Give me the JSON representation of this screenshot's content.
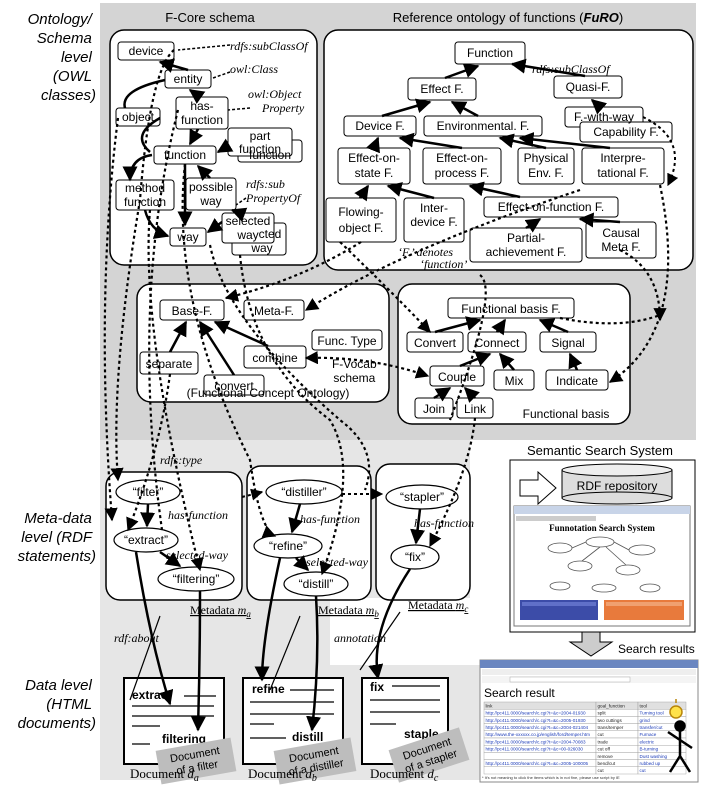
{
  "levels": {
    "ontology": [
      "Ontology/",
      "Schema",
      "level",
      "(OWL",
      "classes)"
    ],
    "metadata": [
      "Meta-data",
      "level (RDF",
      "statements)"
    ],
    "data": [
      "Data level",
      "(HTML",
      "documents)"
    ]
  },
  "fcore": {
    "title": "F-Core schema",
    "device": "device",
    "entity": "entity",
    "object": "object",
    "has_function": [
      "has-",
      "function"
    ],
    "part_function": [
      "part",
      "function"
    ],
    "part_function_back": "function",
    "function": "function",
    "method_function": [
      "method",
      "function"
    ],
    "possible_way": [
      "possible",
      "way"
    ],
    "selected_way": [
      "selected",
      "way"
    ],
    "selected_way_back": [
      "cted",
      "way"
    ],
    "way": "way",
    "rdfs_subclassof": "rdfs:subClassOf",
    "owl_class": "owl:Class",
    "owl_object_property": [
      "owl:Object",
      "Property"
    ],
    "rdfs_subpropertyof": [
      "rdfs:sub",
      "PropertyOf"
    ]
  },
  "furo": {
    "title_prefix": "Reference ontology of functions (",
    "title_abbr": "FuRO",
    "title_suffix": ")",
    "function": "Function",
    "rdfs_subclassof": "rdfs:subClassOf",
    "effect": "Effect F.",
    "quasi": "Quasi-F.",
    "fwithway": "F.-with-way",
    "capability": "Capability F.",
    "device": "Device F.",
    "environmental": "Environmental. F.",
    "effect_state": [
      "Effect-on-",
      "state F."
    ],
    "effect_process": [
      "Effect-on-",
      "process F."
    ],
    "physical_env": [
      "Physical",
      "Env. F."
    ],
    "interpretational": [
      "Interpre-",
      "tational F."
    ],
    "flowing_object": [
      "Flowing-",
      "object  F."
    ],
    "inter_device": [
      "Inter-",
      "device F."
    ],
    "effect_on_function": "Effect-on-function F.",
    "partial_achievement": [
      "Partial-",
      "achievement F."
    ],
    "causal_meta": [
      "Causal",
      "Meta F."
    ],
    "note": [
      "‘F.’ denotes",
      "‘function’"
    ]
  },
  "fvocab": {
    "basef": "Base-F.",
    "metaf": "Meta-F.",
    "func_type": "Func. Type",
    "separate": "separate",
    "combine": "combine",
    "convert": "convert",
    "label": [
      "F-Vocab",
      "schema",
      "(Functional Concept Ontology)"
    ]
  },
  "fbasis": {
    "title_node": "Functional basis F.",
    "convert": "Convert",
    "connect": "Connect",
    "signal": "Signal",
    "couple": "Couple",
    "mix": "Mix",
    "indicate": "Indicate",
    "join": "Join",
    "link": "Link",
    "label": "Functional basis"
  },
  "metadata": {
    "rdfs_type": "rdfs:type",
    "has_function": "has-function",
    "selected_way": "selected-way",
    "a": {
      "filter": "“filter”",
      "extract": "“extract”",
      "filtering": "“filtering”",
      "label": "Metadata ",
      "sub": "a"
    },
    "b": {
      "distiller": "“distiller”",
      "refine": "“refine”",
      "distill": "“distill”",
      "label": "Metadata ",
      "sub": "b"
    },
    "c": {
      "stapler": "“stapler”",
      "fix": "“fix”",
      "label": "Metadata ",
      "sub": "c"
    },
    "m": "m"
  },
  "annotations": {
    "rdf_about": "rdf:about",
    "annotation": "annotation"
  },
  "docs": {
    "a": {
      "w1": "extract",
      "w2": "filtering",
      "card": [
        "Document",
        "of a filter"
      ],
      "label": "Document ",
      "sub": "a"
    },
    "b": {
      "w1": "refine",
      "w2": "distill",
      "card": [
        "Document",
        "of a distiller"
      ],
      "label": "Document ",
      "sub": "b"
    },
    "c": {
      "w1": "fix",
      "w2": "staple",
      "card": [
        "Document",
        "of a stapler"
      ],
      "label": "Document ",
      "sub": "c"
    },
    "d": "d"
  },
  "search": {
    "title": "Semantic Search System",
    "rdf_repo": "RDF repository",
    "screen_title": "Funnotation Search System",
    "results": "Search results",
    "result_heading": "Search result",
    "table_headers": [
      "link",
      "goal_function",
      "tool"
    ],
    "rows": [
      [
        "http://pc411.0000/search/c.cgi?t=&c=2004-01930",
        "split",
        "Turning tool"
      ],
      [
        "http://pc411.0000/search/c.cgi?t=&c=2005-01930",
        "two cuttings",
        "grind"
      ],
      [
        "http://pc411.0000/search/c.cgi?t=&c=2004-021404",
        "trans/temper",
        "transfer/cut"
      ],
      [
        "http://www.the-xxxxxx.co.jp/english/ford/temper.htm",
        "cut",
        "Furnace"
      ],
      [
        "http://pc411.0000/search/c.cgi?t=&c=2004-70083",
        "trade",
        "electric"
      ],
      [
        "http://pc411.0000/search/c.cgi?t=&c=00-026030",
        "cut off",
        "B-turning"
      ],
      [
        "",
        "remove",
        "Dust washing"
      ],
      [
        "http://pc411.0000/search/c.cgi?t=&c=2005-100005",
        "bend/cut",
        "rubbed up"
      ],
      [
        "",
        "cut",
        "cut"
      ]
    ],
    "footer": "* It's not meaning to click the items which is in not fine, please use script by IE"
  }
}
